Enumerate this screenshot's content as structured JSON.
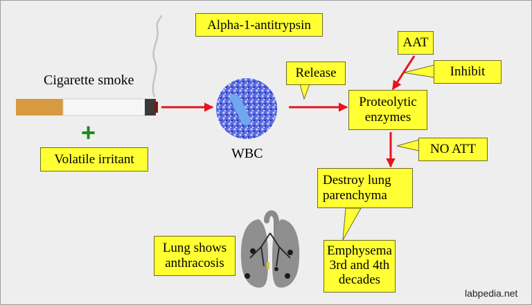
{
  "title": "Alpha-1-antitrypsin",
  "nodes": {
    "cigarette_label": "Cigarette smoke",
    "plus": "+",
    "volatile_irritant": "Volatile irritant",
    "wbc_label": "WBC",
    "release": "Release",
    "aat": "AAT",
    "inhibit": "Inhibit",
    "proteolytic_line1": "Proteolytic",
    "proteolytic_line2": "enzymes",
    "no_att": "NO ATT",
    "destroy_line1": "Destroy lung",
    "destroy_line2": "parenchyma",
    "lung_line1": "Lung shows",
    "lung_line2": "anthracosis",
    "emphysema_line1": "Emphysema",
    "emphysema_line2": "3rd and 4th",
    "emphysema_line3": "decades"
  },
  "watermark": "labpedia.net",
  "colors": {
    "background": "#eeeeee",
    "box_fill": "#ffff33",
    "arrow": "#e8141c",
    "plus": "#1e8c1e",
    "wbc": "#3d4fc4"
  }
}
